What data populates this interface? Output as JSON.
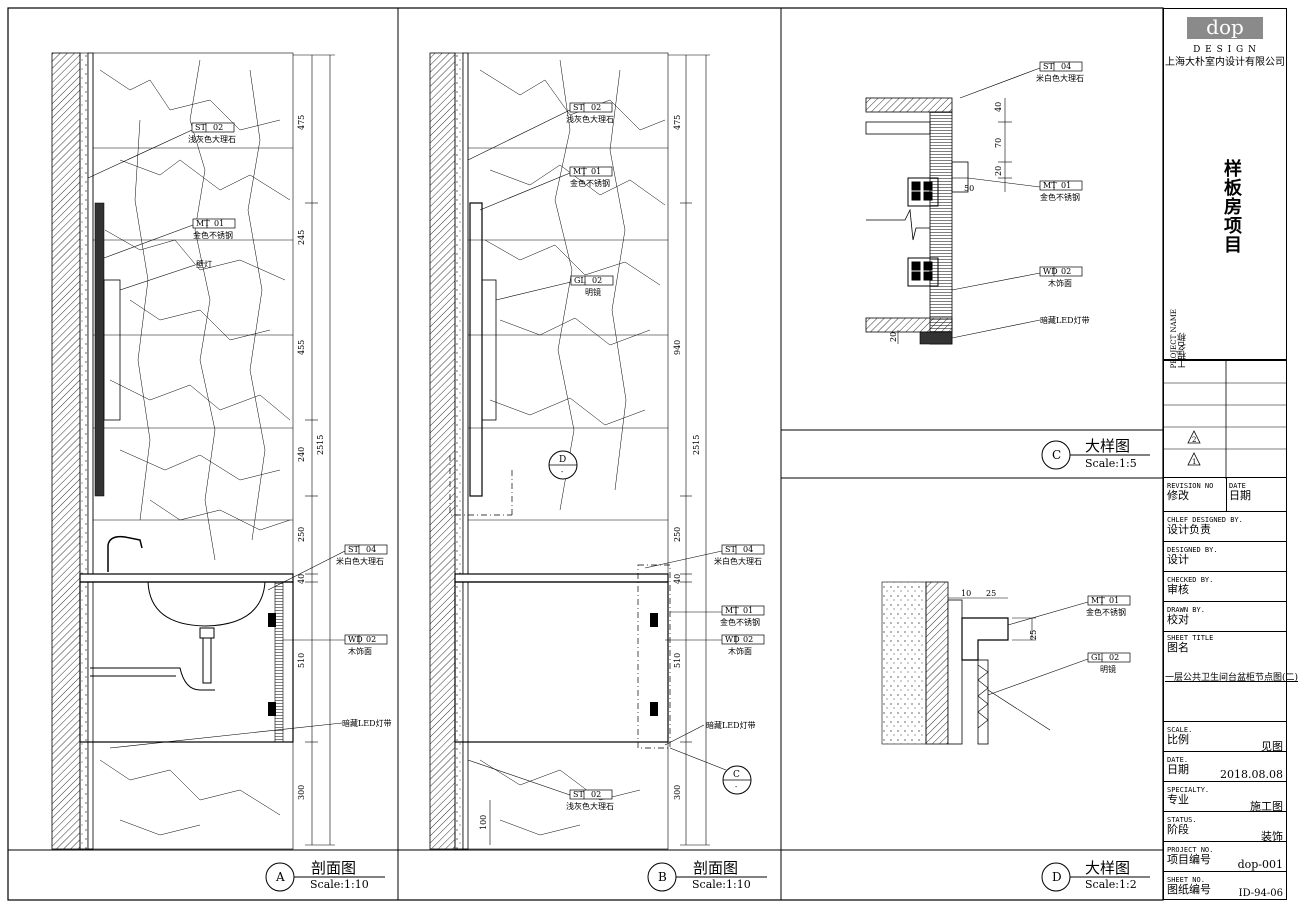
{
  "title_block": {
    "logo": "dop",
    "design": "D E S I G N",
    "company": "上海大朴室内设计有限公司",
    "project_label_en": "PROJECT NAME",
    "project_label_cn": "工程名称",
    "project_name": "样板房项目",
    "rev_marks": [
      "2",
      "1"
    ],
    "revision_label_en": "REVISION NO",
    "revision_label_cn": "修改",
    "date_label_en": "DATE",
    "date_label_cn": "日期",
    "chief_en": "CHLEF DESIGNED BY.",
    "chief_cn": "设计负责",
    "designed_en": "DESIGNED BY.",
    "designed_cn": "设计",
    "checked_en": "CHECKED BY.",
    "checked_cn": "审核",
    "drawn_en": "DRAWN BY.",
    "drawn_cn": "校对",
    "sheet_title_en": "SHEET TITLE",
    "sheet_title_cn": "图名",
    "sheet_title": "一层公共卫生间台盆柜节点图(二)",
    "scale_en": "SCALE.",
    "scale_cn": "比例",
    "scale_val": "见图",
    "date_en": "DATE.",
    "date_cn": "日期",
    "date_val": "2018.08.08",
    "specialty_en": "SPECIALTY.",
    "specialty_cn": "专业",
    "specialty_val": "施工图",
    "status_en": "STATUS.",
    "status_cn": "阶段",
    "status_val": "装饰",
    "project_no_en": "PROJECT NO.",
    "project_no_cn": "项目编号",
    "project_no_val": "dop-001",
    "sheet_no_en": "SHEET NO.",
    "sheet_no_cn": "图纸编号",
    "sheet_no_val": "ID-94-06"
  },
  "view_a": {
    "mark": "A",
    "title": "剖面图",
    "scale": "Scale:1:10",
    "dims": [
      "475",
      "245",
      "455",
      "240",
      "250",
      "40",
      "510",
      "300"
    ],
    "total": "2515",
    "tags": [
      {
        "code": "ST",
        "num": "02",
        "desc": "浅灰色大理石"
      },
      {
        "code": "MT",
        "num": "01",
        "desc": "金色不锈钢"
      },
      {
        "code": "ST",
        "num": "04",
        "desc": "米白色大理石"
      },
      {
        "code": "WD",
        "num": "02",
        "desc": "木饰面"
      }
    ],
    "notes": [
      "壁灯",
      "暗藏LED灯带"
    ]
  },
  "view_b": {
    "mark": "B",
    "title": "剖面图",
    "scale": "Scale:1:10",
    "dims": [
      "475",
      "940",
      "250",
      "40",
      "510",
      "300",
      "100"
    ],
    "total": "2515",
    "tags": [
      {
        "code": "ST",
        "num": "02",
        "desc": "浅灰色大理石"
      },
      {
        "code": "MT",
        "num": "01",
        "desc": "金色不锈钢"
      },
      {
        "code": "GL",
        "num": "02",
        "desc": "明镜"
      },
      {
        "code": "ST",
        "num": "04",
        "desc": "米白色大理石"
      },
      {
        "code": "MT",
        "num": "01",
        "desc": "金色不锈钢"
      },
      {
        "code": "WD",
        "num": "02",
        "desc": "木饰面"
      },
      {
        "code": "ST",
        "num": "02",
        "desc": "浅灰色大理石"
      }
    ],
    "notes": [
      "暗藏LED灯带"
    ],
    "callouts": [
      {
        "mark": "D",
        "sub": "-"
      },
      {
        "mark": "C",
        "sub": "-"
      }
    ]
  },
  "view_c": {
    "mark": "C",
    "title": "大样图",
    "scale": "Scale:1:5",
    "dims": [
      "40",
      "70",
      "20",
      "50",
      "20"
    ],
    "tags": [
      {
        "code": "ST",
        "num": "04",
        "desc": "米白色大理石"
      },
      {
        "code": "MT",
        "num": "01",
        "desc": "金色不锈钢"
      },
      {
        "code": "WD",
        "num": "02",
        "desc": "木饰面"
      }
    ],
    "notes": [
      "暗藏LED灯带"
    ]
  },
  "view_d": {
    "mark": "D",
    "title": "大样图",
    "scale": "Scale:1:2",
    "dims": [
      "10",
      "25",
      "25"
    ],
    "tags": [
      {
        "code": "MT",
        "num": "01",
        "desc": "金色不锈钢"
      },
      {
        "code": "GL",
        "num": "02",
        "desc": "明镜"
      }
    ]
  }
}
